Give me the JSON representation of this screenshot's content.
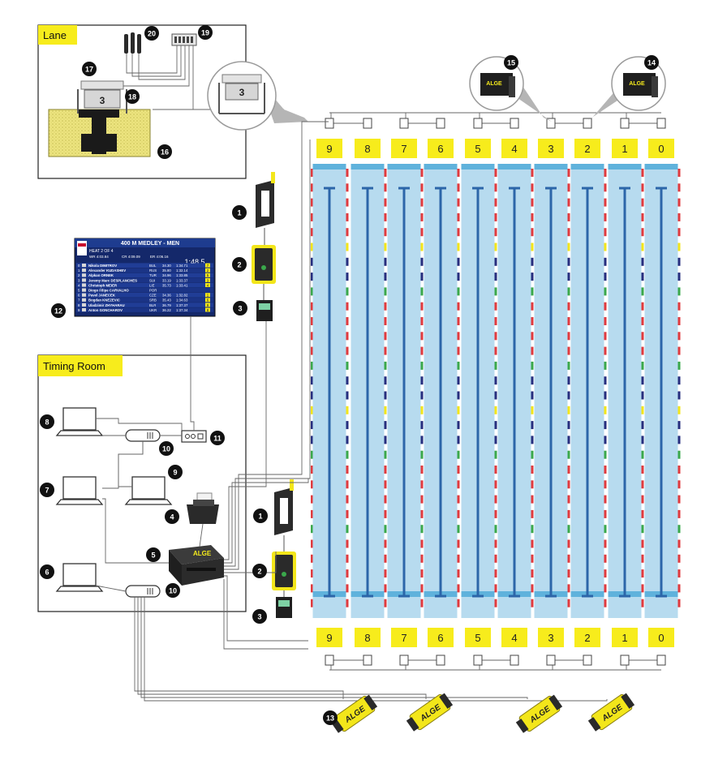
{
  "panels": {
    "lane_label": "Lane",
    "timing_room_label": "Timing Room"
  },
  "lanes": [
    "9",
    "8",
    "7",
    "6",
    "5",
    "4",
    "3",
    "2",
    "1",
    "0"
  ],
  "starting_block_number": "3",
  "device_brand": "ALGE",
  "callouts": {
    "c1": "1",
    "c2": "2",
    "c3": "3",
    "c4": "4",
    "c5": "5",
    "c6": "6",
    "c7": "7",
    "c8": "8",
    "c9": "9",
    "c10": "10",
    "c11": "11",
    "c12": "12",
    "c13": "13",
    "c14": "14",
    "c15": "15",
    "c16": "16",
    "c17": "17",
    "c18": "18",
    "c19": "19",
    "c20": "20"
  },
  "scoreboard": {
    "title": "400 M MEDLEY - MEN",
    "heat": "HEAT 2 OF 4",
    "wr": "WR 4:03.84",
    "cr": "CR 4:09.09",
    "er": "ER 4:06.16",
    "clock": "1:48.5",
    "rows": [
      {
        "lane": "0",
        "name": "Nikola DIMITROV",
        "nat": "BUL",
        "split": "34.30",
        "time": "1:34.71",
        "place": "7"
      },
      {
        "lane": "1",
        "name": "Alexander KUDASHEV",
        "nat": "RUS",
        "split": "35.80",
        "time": "1:32.14",
        "place": "2"
      },
      {
        "lane": "2",
        "name": "Alpkan ORNEK",
        "nat": "TUR",
        "split": "34.96",
        "time": "1:33.85",
        "place": "5"
      },
      {
        "lane": "3",
        "name": "Jeremy Marc DESPLANCHES",
        "nat": "SUI",
        "split": "33.19",
        "time": "1:33.37",
        "place": "3"
      },
      {
        "lane": "4",
        "name": "Christoph MEIER",
        "nat": "LIE",
        "split": "35.73",
        "time": "1:33.41",
        "place": "4"
      },
      {
        "lane": "5",
        "name": "Diogo Filipe CARVALHO",
        "nat": "POR",
        "split": "",
        "time": "",
        "place": ""
      },
      {
        "lane": "6",
        "name": "Pavel JANECEK",
        "nat": "CZE",
        "split": "34.36",
        "time": "1:32.82",
        "place": "1"
      },
      {
        "lane": "7",
        "name": "Bogdan KNEZEVIC",
        "nat": "SRB",
        "split": "35.43",
        "time": "1:34.63",
        "place": "6"
      },
      {
        "lane": "8",
        "name": "Uladzimir ZHYHARAU",
        "nat": "BLR",
        "split": "36.79",
        "time": "1:37.37",
        "place": "9"
      },
      {
        "lane": "9",
        "name": "Anton GONCHAROV",
        "nat": "UKR",
        "split": "36.22",
        "time": "1:37.34",
        "place": "8"
      }
    ]
  },
  "colors": {
    "lane_box": "#f7ec1c",
    "pool_water": "#b7dbef",
    "pool_border": "#5fb2dc",
    "lane_line": "#2c66a9",
    "callout": "#111111",
    "marker_red": "#e03a3e",
    "marker_blue": "#262e7e",
    "marker_green": "#3aa84b",
    "marker_yellow": "#f3e61a"
  }
}
